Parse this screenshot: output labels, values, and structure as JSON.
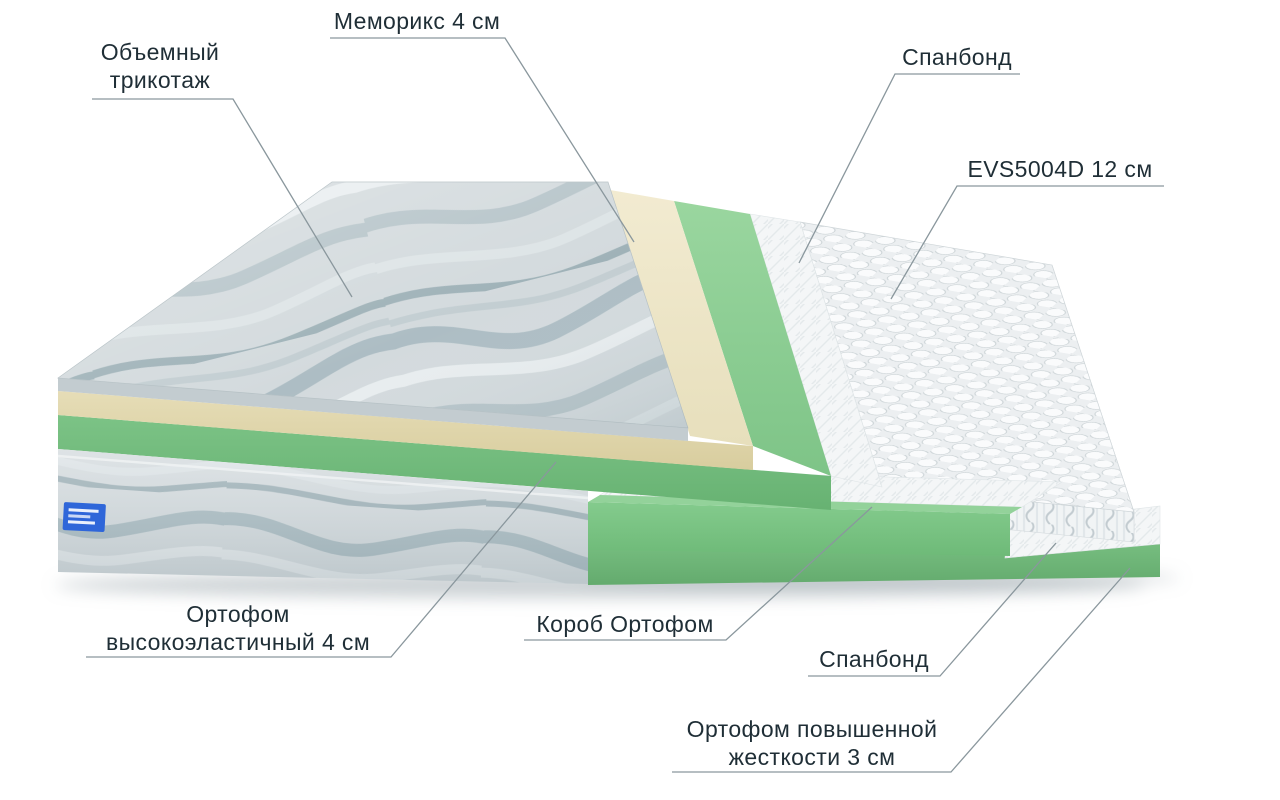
{
  "diagram": {
    "type": "mattress-layer-diagram",
    "language": "ru"
  },
  "labels": {
    "knit": {
      "line1": "Объемный",
      "line2": "трикотаж"
    },
    "memorix": {
      "text": "Меморикс 4 см"
    },
    "spunbond_top": {
      "text": "Спанбонд"
    },
    "springs": {
      "text": "EVS5004D 12 см"
    },
    "orto_elastic": {
      "line1": "Ортофом",
      "line2": "высокоэластичный 4 см"
    },
    "korob": {
      "text": "Короб Ортофом"
    },
    "spunbond_bottom": {
      "text": "Спанбонд"
    },
    "orto_hard": {
      "line1": "Ортофом повышенной",
      "line2": "жесткости 3 см"
    }
  },
  "colors": {
    "background": "#ffffff",
    "text": "#1f2e36",
    "leader_line": "#8a979d",
    "green_foam": "#7ec487",
    "cream_foam": "#e9e1bd",
    "knit_fabric": "#ccd5d9",
    "spunbond_white": "#f2f5f6",
    "tag_blue": "#2f66d9"
  }
}
